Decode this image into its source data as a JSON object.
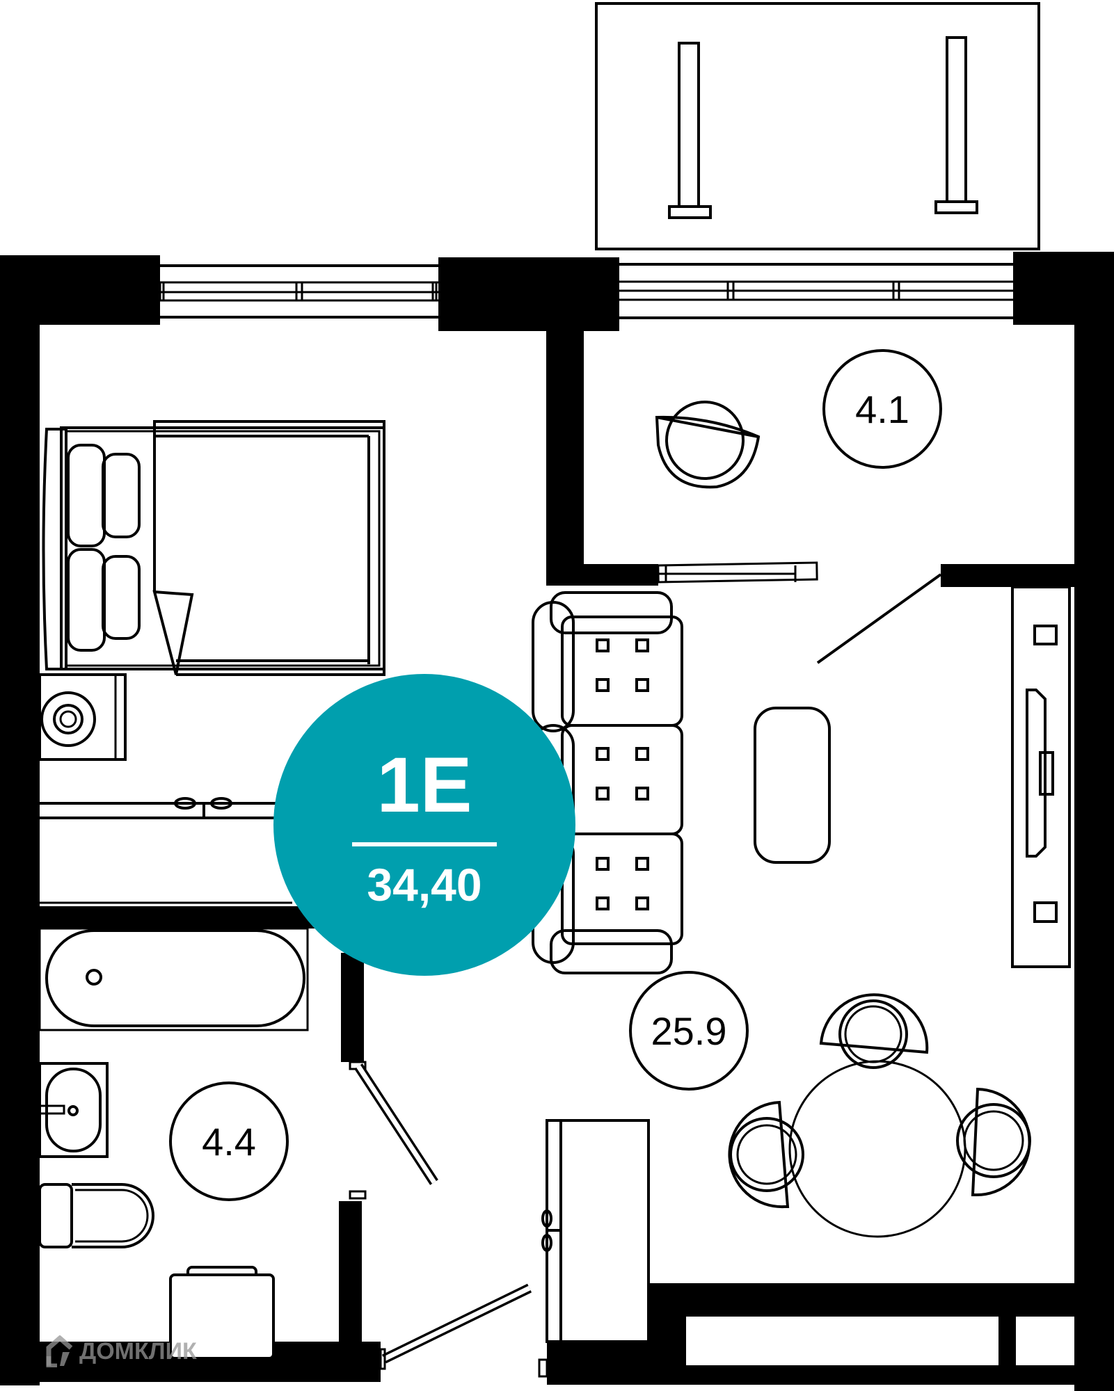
{
  "apartment": {
    "code": "1E",
    "total_area": "34,40",
    "badge_color": "#009FAE"
  },
  "rooms": [
    {
      "id": "living-room",
      "area": "25.9"
    },
    {
      "id": "loggia",
      "area": "4.1"
    },
    {
      "id": "bathroom",
      "area": "4.4"
    }
  ],
  "watermark": {
    "text": "ДОМКЛИК",
    "icon": "house-logo-icon"
  },
  "colors": {
    "wall": "#000000",
    "background": "#FFFFFF",
    "accent": "#009FAE"
  }
}
